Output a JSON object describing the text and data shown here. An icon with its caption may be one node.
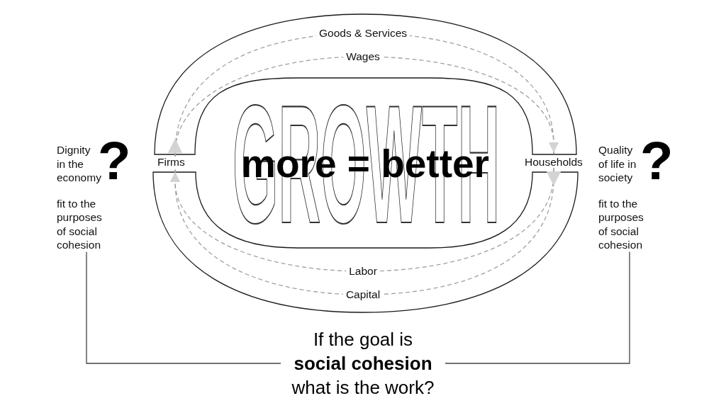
{
  "diagram": {
    "nodes": [
      {
        "text": [
          "Dignity in the economy",
          "?",
          "fit to the purposes of social cohesion"
        ]
      },
      {
        "text": [
          "Firms"
        ]
      },
      {
        "text": [
          "Households"
        ]
      },
      {
        "text": [
          "Quality of life in society",
          "?",
          "fit to the purposes of social cohesion"
        ]
      },
      {
        "text": [
          "If the goal is **social cohesion** what is the work?"
        ]
      }
    ],
    "edges": [
      {
        "from": 1,
        "to": 2,
        "arrow": "to",
        "label": "Goods & Services",
        "style": "dashed"
      },
      {
        "from": 1,
        "to": 2,
        "arrow": "to",
        "label": "Wages",
        "style": "dashed"
      },
      {
        "from": 2,
        "to": 1,
        "arrow": "to",
        "label": "Labor",
        "style": "dashed"
      },
      {
        "from": 2,
        "to": 1,
        "arrow": "to",
        "label": "Capital",
        "style": "dashed"
      },
      {
        "from": 0,
        "to": 4,
        "arrow": "none",
        "color": "#444444"
      },
      {
        "from": 3,
        "to": 4,
        "arrow": "none",
        "color": "#444444"
      }
    ],
    "labels": [
      "GROWTH",
      "more = better"
    ]
  }
}
